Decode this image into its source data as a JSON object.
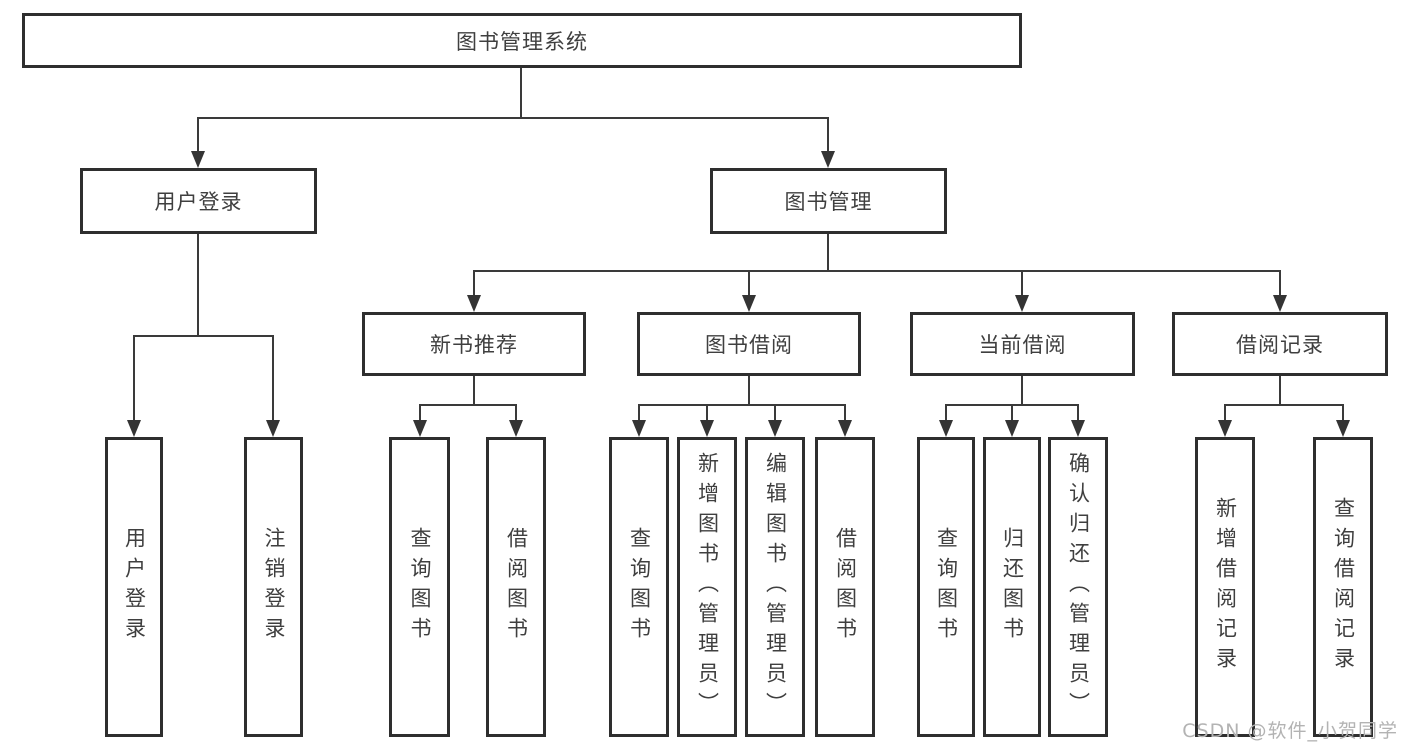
{
  "diagram_title": "图书管理系统",
  "tree": {
    "root": {
      "label": "图书管理系统",
      "children": [
        {
          "label": "用户登录",
          "children": [
            {
              "label": "用户登录"
            },
            {
              "label": "注销登录"
            }
          ]
        },
        {
          "label": "图书管理",
          "children": [
            {
              "label": "新书推荐",
              "children": [
                {
                  "label": "查询图书"
                },
                {
                  "label": "借阅图书"
                }
              ]
            },
            {
              "label": "图书借阅",
              "children": [
                {
                  "label": "查询图书"
                },
                {
                  "label": "新增图书（管理员）"
                },
                {
                  "label": "编辑图书（管理员）"
                },
                {
                  "label": "借阅图书"
                }
              ]
            },
            {
              "label": "当前借阅",
              "children": [
                {
                  "label": "查询图书"
                },
                {
                  "label": "归还图书"
                },
                {
                  "label": "确认归还（管理员）"
                }
              ]
            },
            {
              "label": "借阅记录",
              "children": [
                {
                  "label": "新增借阅记录"
                },
                {
                  "label": "查询借阅记录"
                }
              ]
            }
          ]
        }
      ]
    }
  },
  "watermark": "CSDN @软件_小贺同学",
  "colors": {
    "line": "#3a3a3a",
    "box_border": "#2e2e2e",
    "text": "#3f3f3f",
    "watermark": "#b3b3b3",
    "background": "#ffffff"
  }
}
